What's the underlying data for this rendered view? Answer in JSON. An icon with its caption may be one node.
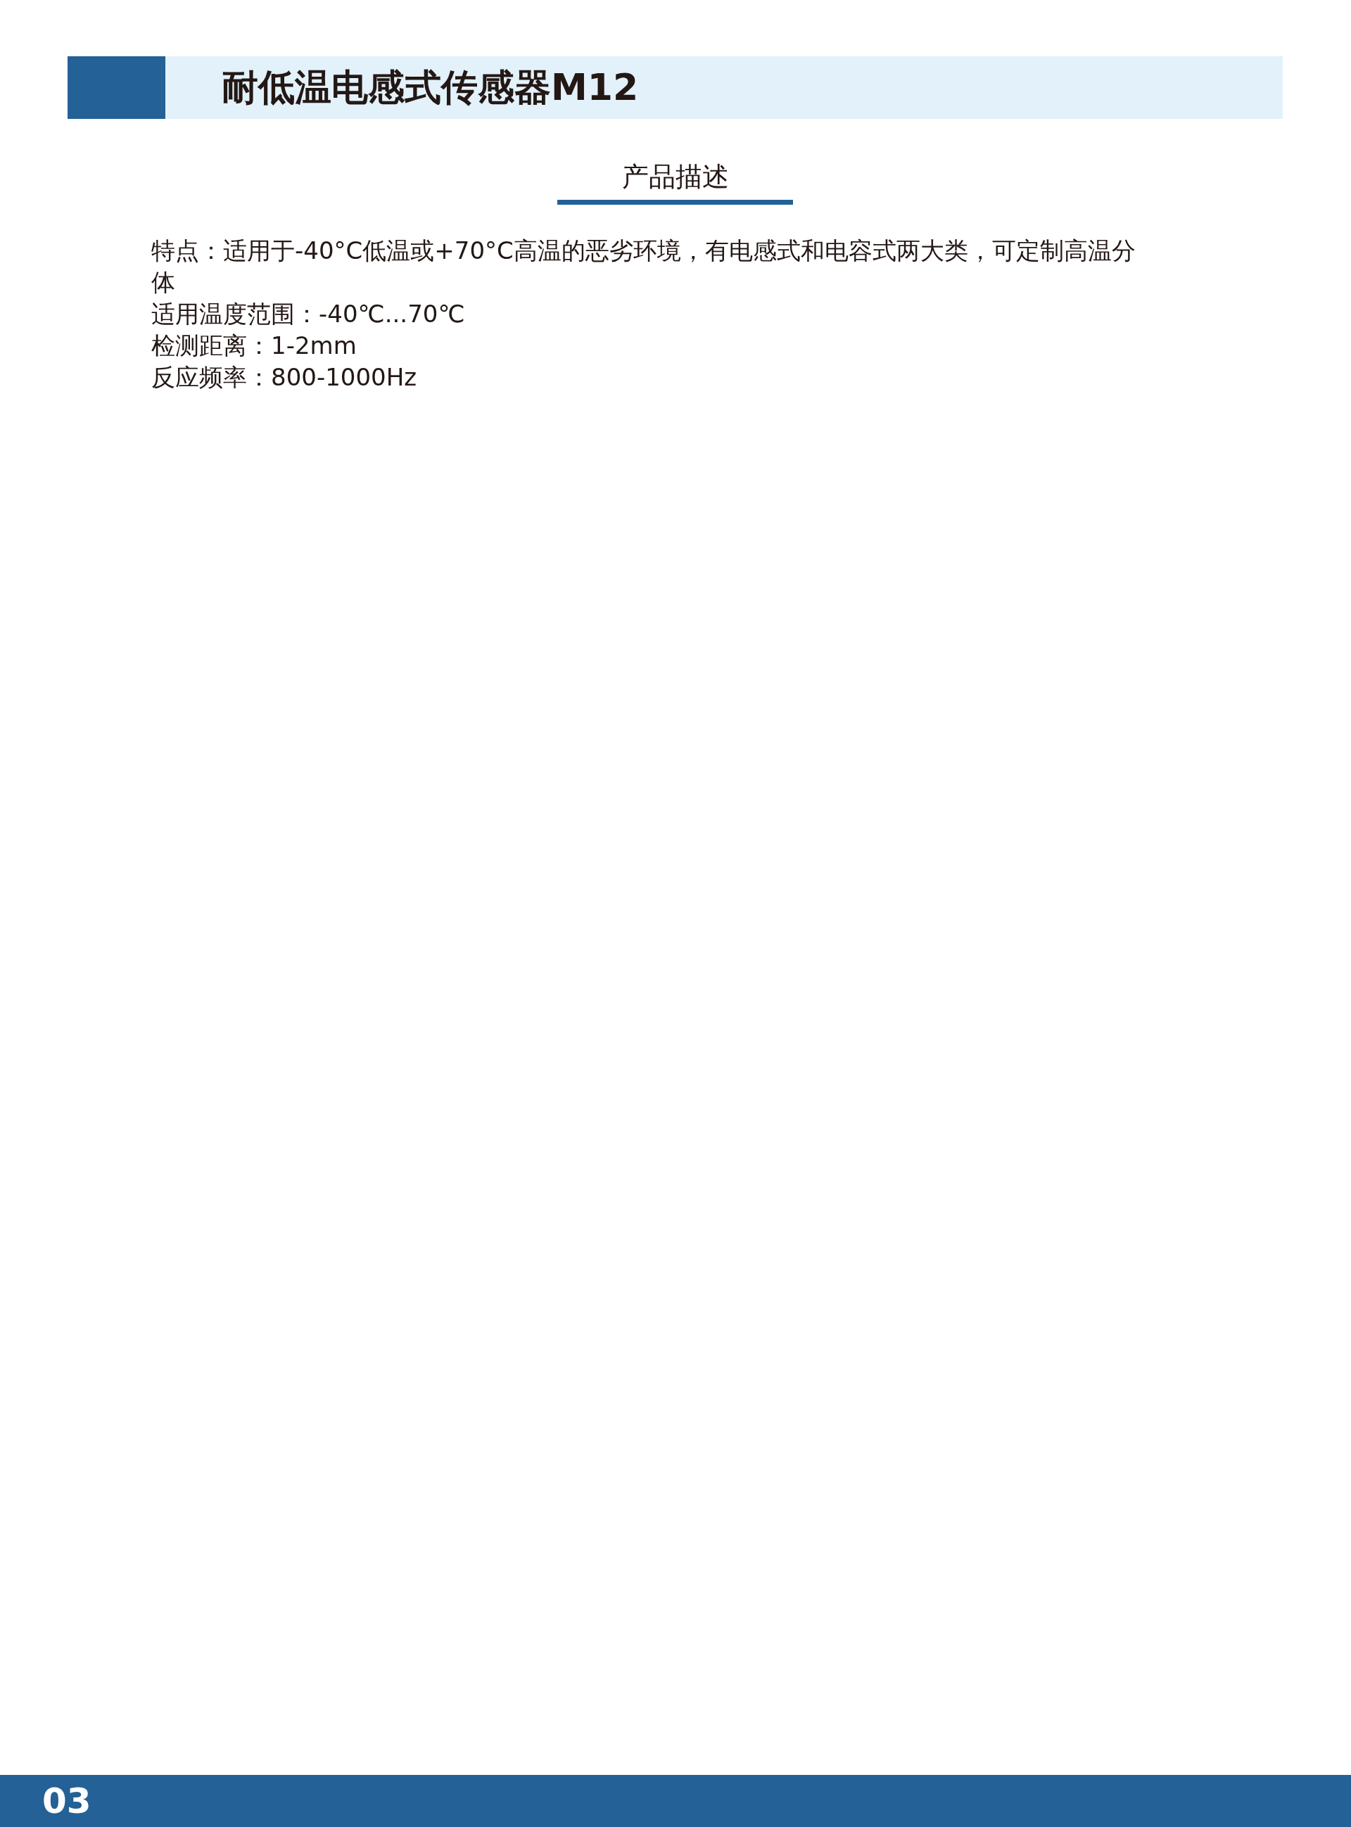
{
  "diagram": {
    "title": "耐低温电感式传感器M12",
    "labels": [
      "产品描述",
      "特点：适用于-40°C低温或+70°C高温的恶劣环境，有电感式和电容式两大类，可定制高温分体",
      "适用温度范围：-40℃...70℃",
      "检测距离：1-2mm",
      "反应频率：800-1000Hz",
      "03"
    ]
  }
}
